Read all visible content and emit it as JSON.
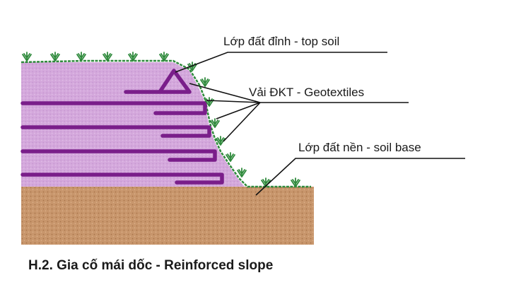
{
  "diagram": {
    "labels": {
      "top_soil": "Lớp đất đỉnh - top soil",
      "geotextiles": "Vải ĐKT - Geotextiles",
      "soil_base": "Lớp đất nền - soil base"
    },
    "caption": "H.2. Gia cố mái dốc - Reinforced slope",
    "colors": {
      "fill_soil": "#d4a8dc",
      "geotextile": "#7a1e8a",
      "base_soil": "#c8966c",
      "grass": "#2f8a3c",
      "surface_line": "#2f8a3c"
    },
    "icons": [
      "grass-tuft-icon"
    ]
  }
}
